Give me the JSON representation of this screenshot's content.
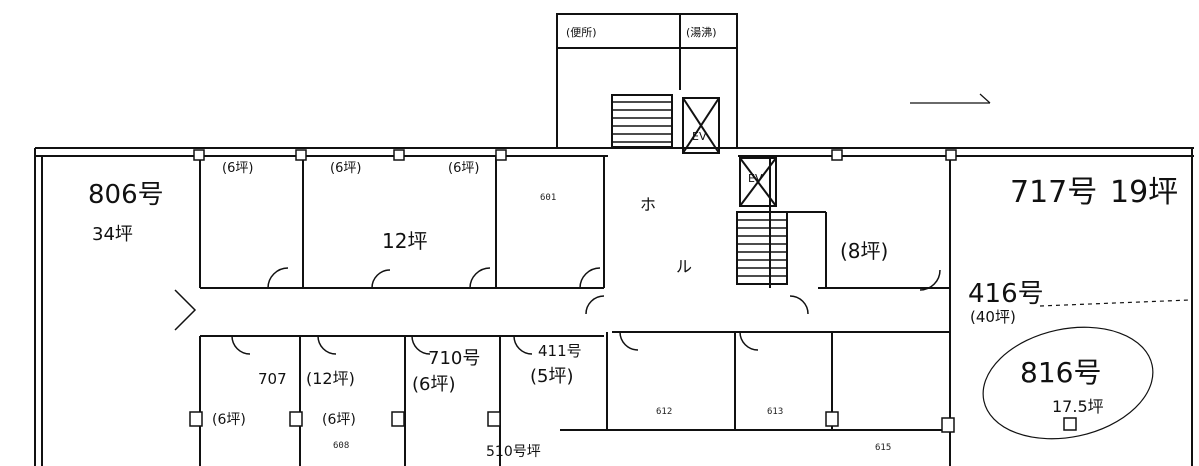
{
  "labels": {
    "room_806": "806号",
    "area_806": "34坪",
    "room_6a": "(6坪)",
    "room_6b": "(6坪)",
    "room_6c": "(6坪)",
    "area_12": "12坪",
    "room_601": "601",
    "hall_ho": "ホ",
    "hall_ru": "ル",
    "room_8": "(8坪)",
    "room_717": "717号",
    "area_717": "19坪",
    "room_416": "416号",
    "area_416": "(40坪)",
    "room_816": "816号",
    "area_816": "17.5坪",
    "room_707": "707",
    "area_707": "(12坪)",
    "room_710": "710号",
    "area_710": "(6坪)",
    "room_411": "411号",
    "area_411": "(5坪)",
    "room_6d": "(6坪)",
    "room_6e": "(6坪)",
    "room_608": "608",
    "room_612": "612",
    "room_613": "613",
    "room_615": "615",
    "room_510": "510号坪",
    "bath_left": "(便所)",
    "bath_right": "(湯沸)",
    "ev_top": "EV",
    "ev_mid": "EV"
  }
}
